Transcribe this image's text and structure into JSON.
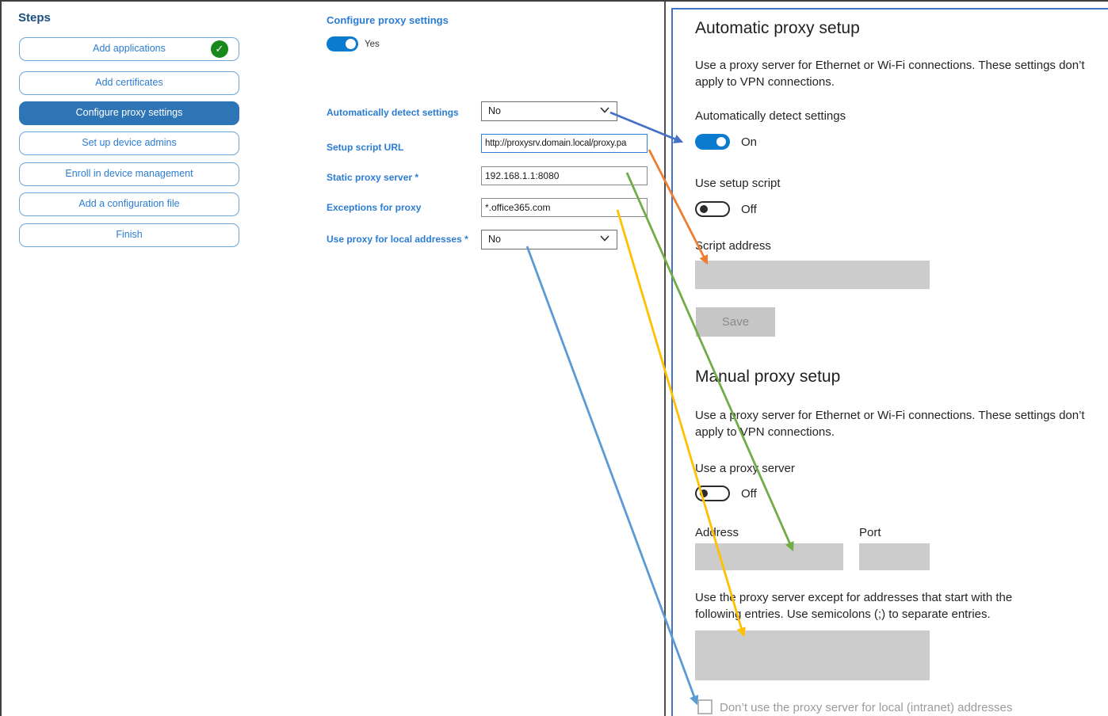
{
  "sidebar": {
    "title": "Steps",
    "items": [
      {
        "label": "Add applications",
        "state": "completed"
      },
      {
        "label": "Add certificates",
        "state": "default"
      },
      {
        "label": "Configure proxy settings",
        "state": "active"
      },
      {
        "label": "Set up device admins",
        "state": "default"
      },
      {
        "label": "Enroll in device management",
        "state": "default"
      },
      {
        "label": "Add a configuration file",
        "state": "default"
      },
      {
        "label": "Finish",
        "state": "default"
      }
    ]
  },
  "wizard": {
    "title": "Configure proxy settings",
    "enabled_toggle": {
      "label": "Yes",
      "state": "on"
    },
    "fields": [
      {
        "label": "Automatically detect settings",
        "type": "select",
        "value": "No"
      },
      {
        "label": "Setup script URL",
        "type": "text",
        "value": "http://proxysrv.domain.local/proxy.pa"
      },
      {
        "label": "Static proxy server *",
        "type": "text",
        "value": "192.168.1.1:8080"
      },
      {
        "label": "Exceptions for proxy",
        "type": "text",
        "value": "*.office365.com"
      },
      {
        "label": "Use proxy for local addresses *",
        "type": "select",
        "value": "No"
      }
    ]
  },
  "settings_panel": {
    "automatic": {
      "heading": "Automatic proxy setup",
      "description": "Use a proxy server for Ethernet or Wi-Fi connections. These settings don’t apply to VPN connections.",
      "detect_label": "Automatically detect settings",
      "detect_state": "On",
      "script_toggle_label": "Use setup script",
      "script_toggle_state": "Off",
      "script_address_label": "Script address",
      "save_button": "Save"
    },
    "manual": {
      "heading": "Manual proxy setup",
      "description": "Use a proxy server for Ethernet or Wi-Fi connections. These settings don’t apply to VPN connections.",
      "proxy_toggle_label": "Use a proxy server",
      "proxy_toggle_state": "Off",
      "address_label": "Address",
      "port_label": "Port",
      "exceptions_text": "Use the proxy server except for addresses that start with the following entries. Use semicolons (;) to separate entries.",
      "local_checkbox_label": "Don’t use the proxy server for local (intranet) addresses"
    }
  },
  "arrows": [
    {
      "name": "detect-settings-mapping",
      "color": "#4472C4"
    },
    {
      "name": "setup-script-mapping",
      "color": "#ED7D31"
    },
    {
      "name": "static-proxy-mapping",
      "color": "#70AD47"
    },
    {
      "name": "exceptions-mapping",
      "color": "#FFC000"
    },
    {
      "name": "local-addresses-mapping",
      "color": "#5B9BD5"
    }
  ],
  "colors": {
    "accent_blue": "#2b7cd3",
    "selected_step": "#2e75b6",
    "toggle_on": "#0b7bd0",
    "panel_border": "#4472C4",
    "completed_green": "#17891d",
    "disabled_gray": "#cccccc"
  }
}
